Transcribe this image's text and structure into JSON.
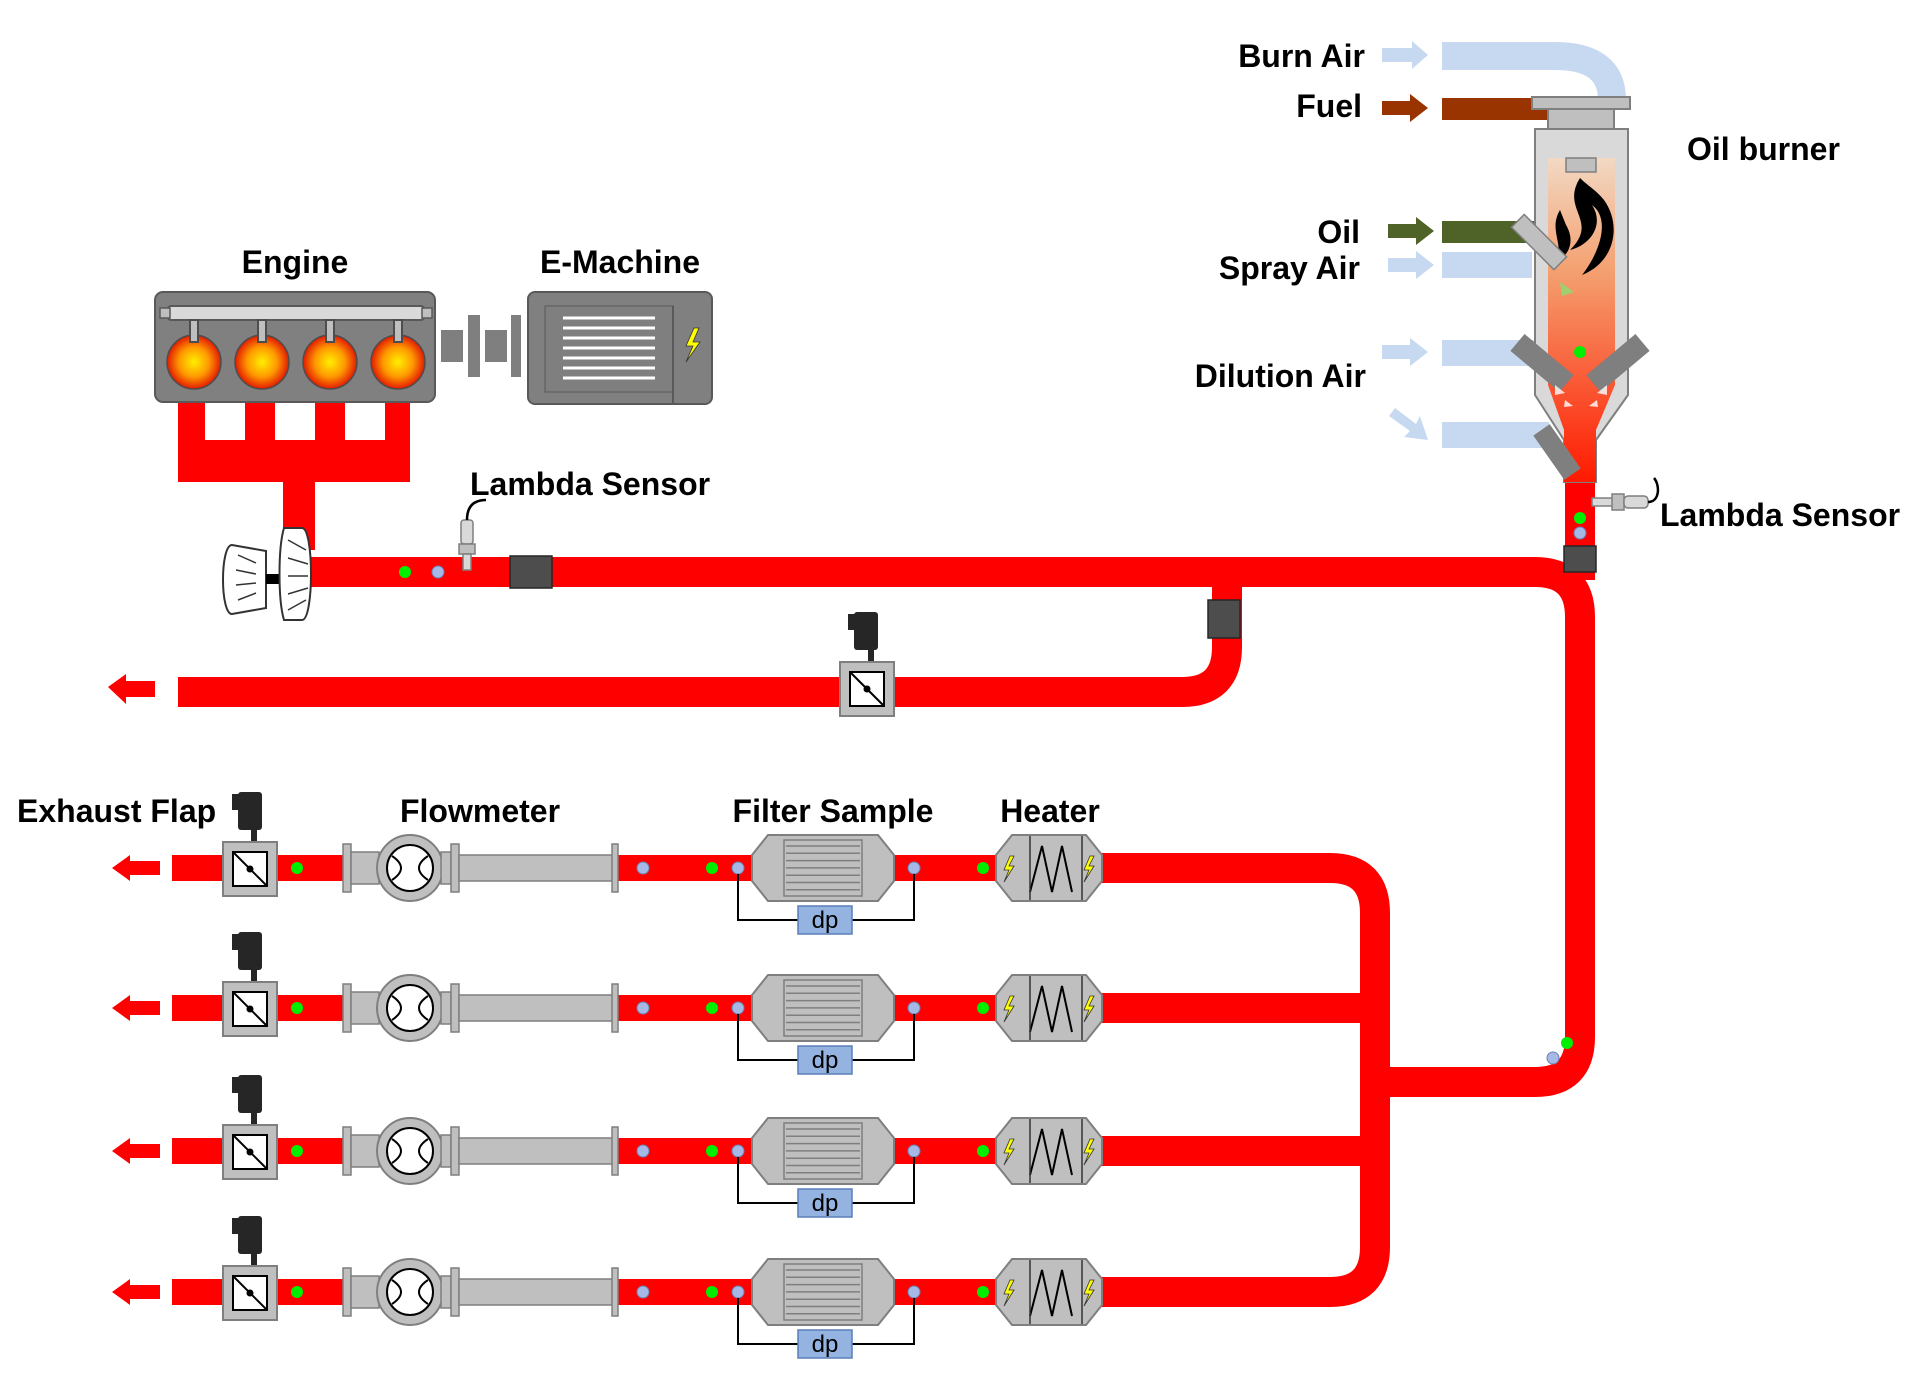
{
  "labels": {
    "burn_air": "Burn Air",
    "fuel": "Fuel",
    "oil_burner": "Oil burner",
    "oil": "Oil",
    "spray_air": "Spray Air",
    "dilution_air": "Dilution Air",
    "lambda_sensor_burner": "Lambda Sensor",
    "engine": "Engine",
    "e_machine": "E-Machine",
    "lambda_sensor_engine": "Lambda Sensor",
    "exhaust_flap": "Exhaust Flap",
    "flowmeter": "Flowmeter",
    "filter_sample": "Filter Sample",
    "heater": "Heater"
  },
  "lines": [
    {
      "dp_label": "dp"
    },
    {
      "dp_label": "dp"
    },
    {
      "dp_label": "dp"
    },
    {
      "dp_label": "dp"
    }
  ],
  "colors": {
    "exhaust": "#ff0000",
    "air": "#c6d9f1",
    "fuel": "#993300",
    "oil": "#4f6228",
    "component": "#bfbfbf",
    "actuator": "#262626",
    "temperature_sensor": "#00ee00",
    "pressure_sensor": "#a6b9e6",
    "dp_box": "#95b3e0"
  }
}
